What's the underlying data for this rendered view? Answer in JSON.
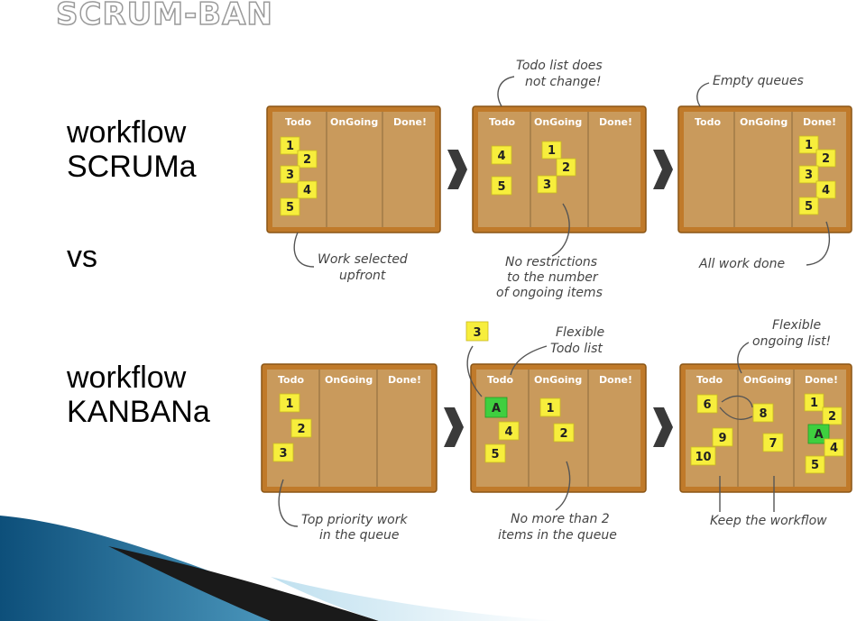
{
  "title": "SCRUM-BAN",
  "side_labels": {
    "line1": "workflow",
    "line2": "SCRUMa",
    "line3": "vs",
    "line4": "workflow",
    "line5": "KANBANa"
  },
  "board_columns": [
    "Todo",
    "OnGoing",
    "Done!"
  ],
  "annotations": {
    "todo_unchanged_1": "Todo list does",
    "todo_unchanged_2": "not change!",
    "empty_queues": "Empty queues",
    "work_selected_1": "Work selected",
    "work_selected_2": "upfront",
    "no_restrictions_1": "No restrictions",
    "no_restrictions_2": "to the number",
    "no_restrictions_3": "of ongoing items",
    "all_work_done": "All work done",
    "flexible_todo_1": "Flexible",
    "flexible_todo_2": "Todo list",
    "flexible_ongoing_1": "Flexible",
    "flexible_ongoing_2": "ongoing list!",
    "top_priority_1": "Top priority work",
    "top_priority_2": "in the queue",
    "no_more_than_1": "No more than 2",
    "no_more_than_2": "items in the queue",
    "keep_workflow": "Keep the workflow"
  },
  "notes": {
    "n1": "1",
    "n2": "2",
    "n3": "3",
    "n4": "4",
    "n5": "5",
    "n6": "6",
    "n7": "7",
    "n8": "8",
    "n9": "9",
    "n10": "10",
    "nA": "A"
  },
  "colors": {
    "board_frame": "#c07a2a",
    "cork": "#c99a5c",
    "sticky": "#f7ee3c",
    "sticky_green": "#3fcf3f"
  }
}
